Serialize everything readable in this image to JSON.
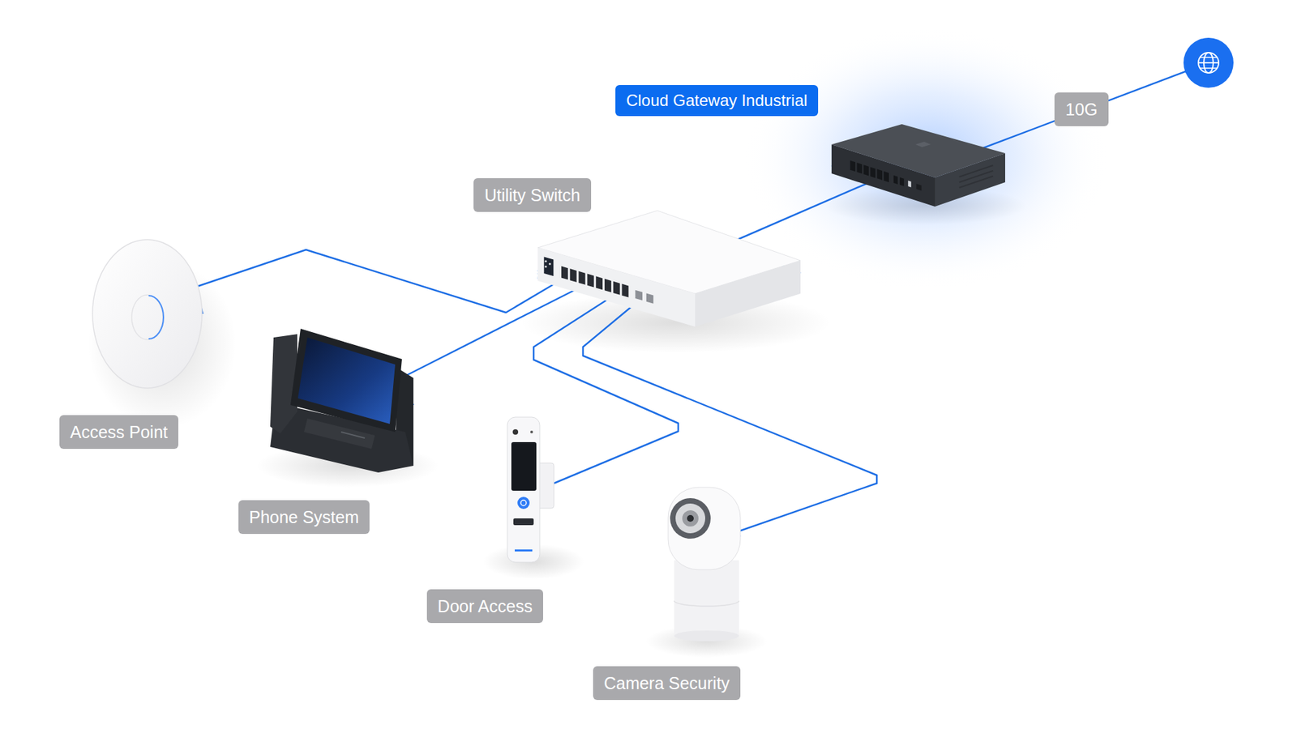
{
  "diagram": {
    "nodes": [
      {
        "text": [
          "Cloud Gateway Industrial"
        ]
      },
      {
        "text": [
          "Utility Switch"
        ]
      },
      {
        "text": [
          "Access Point"
        ]
      },
      {
        "text": [
          "Phone System"
        ]
      },
      {
        "text": [
          "Door Access"
        ]
      },
      {
        "text": [
          "Camera Security"
        ]
      }
    ],
    "edges": [
      {
        "from": 0,
        "to": 1,
        "arrow": "none"
      },
      {
        "from": 1,
        "to": 2,
        "arrow": "none"
      },
      {
        "from": 1,
        "to": 3,
        "arrow": "none"
      },
      {
        "from": 1,
        "to": 4,
        "arrow": "none"
      },
      {
        "from": 1,
        "to": 5,
        "arrow": "none"
      }
    ],
    "labels": [
      "10G"
    ]
  }
}
